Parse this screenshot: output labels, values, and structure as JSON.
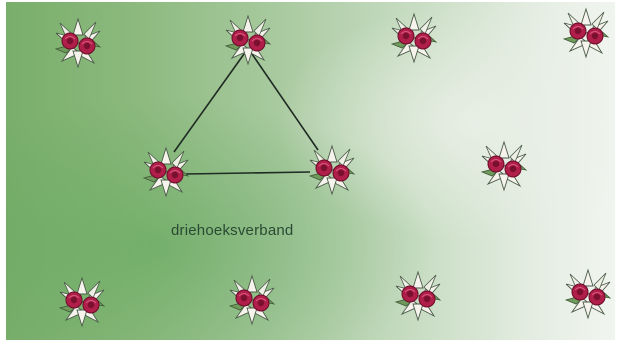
{
  "caption": "driehoeksverband",
  "colors": {
    "field_green": "#79ae6b",
    "field_light": "#f1f5f0",
    "petal": "#f5f3ec",
    "petal_outline": "#4a5a48",
    "bloom": "#b01e4a",
    "bloom_dark": "#6b0d2a",
    "leaf": "#6f9a5c",
    "line": "#1f2a22"
  },
  "plants": [
    {
      "id": "plant-row1-1"
    },
    {
      "id": "plant-row1-2"
    },
    {
      "id": "plant-row1-3"
    },
    {
      "id": "plant-row1-4"
    },
    {
      "id": "plant-row2-1"
    },
    {
      "id": "plant-row2-2"
    },
    {
      "id": "plant-row2-3"
    },
    {
      "id": "plant-row3-1"
    },
    {
      "id": "plant-row3-2"
    },
    {
      "id": "plant-row3-3"
    },
    {
      "id": "plant-row3-4"
    }
  ],
  "triangle": {
    "vertices": [
      "plant-row1-2",
      "plant-row2-1",
      "plant-row2-2"
    ]
  }
}
